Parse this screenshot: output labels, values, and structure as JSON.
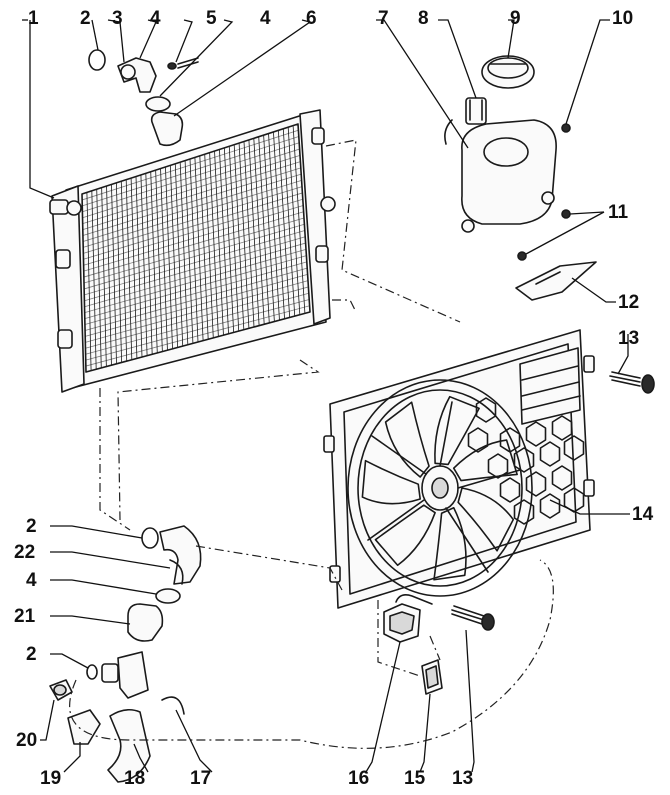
{
  "callouts": [
    {
      "id": "c1",
      "text": "1"
    },
    {
      "id": "c2a",
      "text": "2"
    },
    {
      "id": "c3",
      "text": "3"
    },
    {
      "id": "c4a",
      "text": "4"
    },
    {
      "id": "c5",
      "text": "5"
    },
    {
      "id": "c4b",
      "text": "4"
    },
    {
      "id": "c6",
      "text": "6"
    },
    {
      "id": "c7",
      "text": "7"
    },
    {
      "id": "c8",
      "text": "8"
    },
    {
      "id": "c9",
      "text": "9"
    },
    {
      "id": "c10",
      "text": "10"
    },
    {
      "id": "c11",
      "text": "11"
    },
    {
      "id": "c12",
      "text": "12"
    },
    {
      "id": "c13a",
      "text": "13"
    },
    {
      "id": "c14",
      "text": "14"
    },
    {
      "id": "c2b",
      "text": "2"
    },
    {
      "id": "c22",
      "text": "22"
    },
    {
      "id": "c4c",
      "text": "4"
    },
    {
      "id": "c21",
      "text": "21"
    },
    {
      "id": "c2c",
      "text": "2"
    },
    {
      "id": "c20",
      "text": "20"
    },
    {
      "id": "c19",
      "text": "19"
    },
    {
      "id": "c18",
      "text": "18"
    },
    {
      "id": "c17",
      "text": "17"
    },
    {
      "id": "c16",
      "text": "16"
    },
    {
      "id": "c15",
      "text": "15"
    },
    {
      "id": "c13b",
      "text": "13"
    }
  ],
  "colors": {
    "ink": "#1a1a1a",
    "paper": "#ffffff"
  }
}
